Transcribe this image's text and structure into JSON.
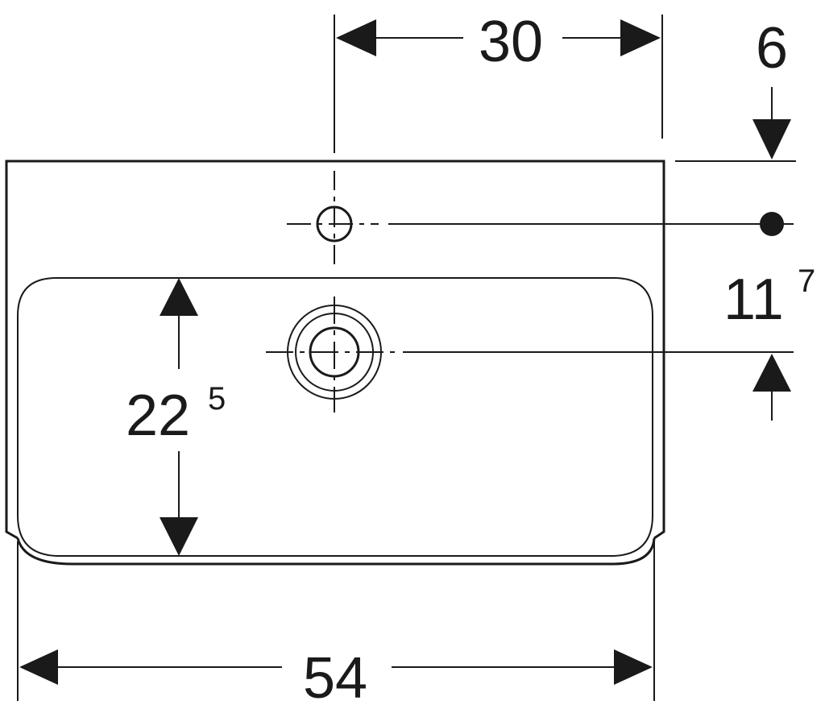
{
  "dimensions": {
    "width_total": {
      "main": "54",
      "sup": ""
    },
    "tap_offset": {
      "main": "30",
      "sup": ""
    },
    "top_margin": {
      "main": "6",
      "sup": ""
    },
    "tap_to_drain": {
      "main": "11",
      "sup": "7"
    },
    "bowl_depth": {
      "main": "22",
      "sup": "5"
    }
  },
  "colors": {
    "line": "#1a1a1a",
    "background": "#ffffff"
  }
}
